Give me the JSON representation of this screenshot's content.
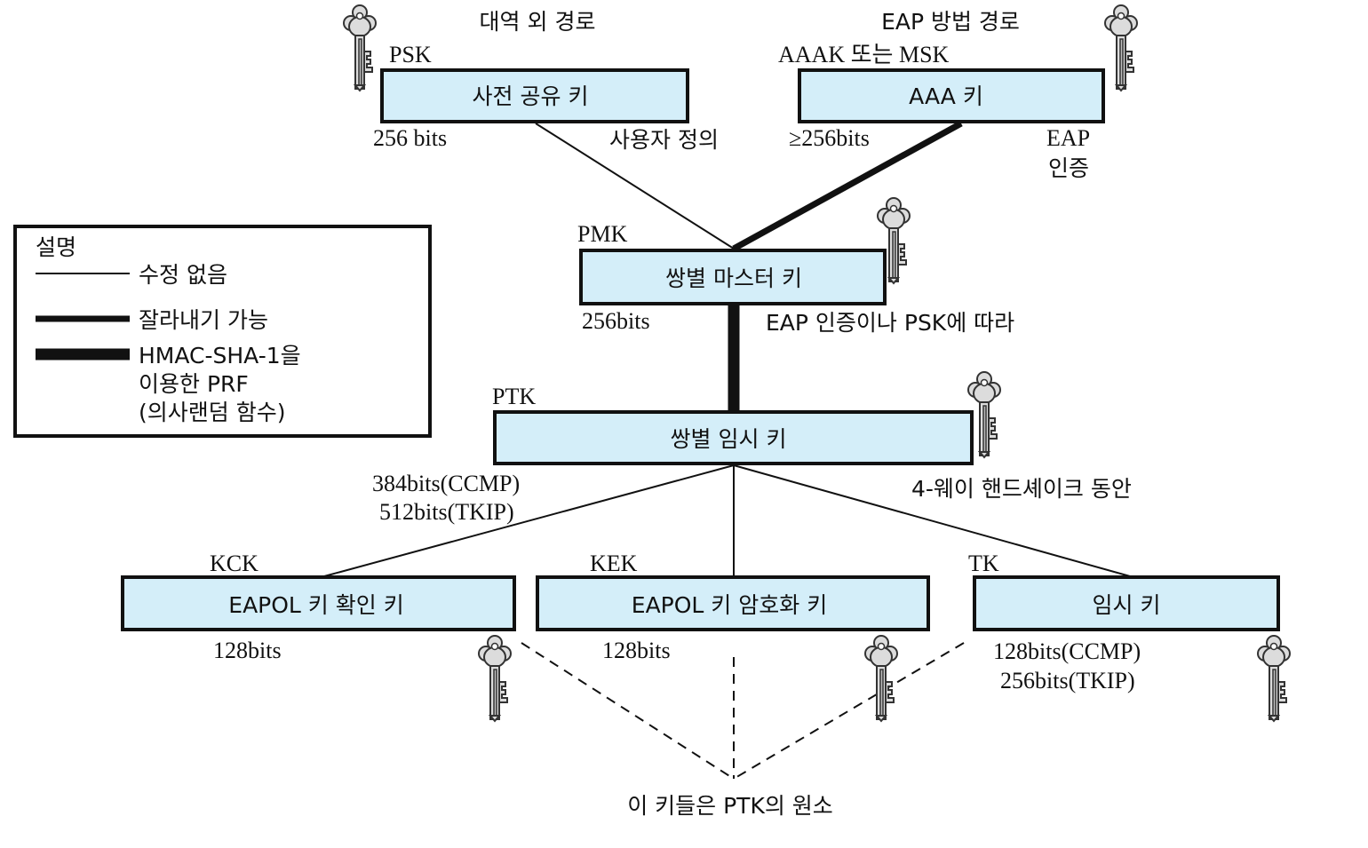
{
  "colors": {
    "box_fill": "#d4eef9",
    "stroke": "#111111"
  },
  "headers": {
    "out_of_band": "대역 외 경로",
    "eap_path": "EAP 방법 경로"
  },
  "psk": {
    "tag": "PSK",
    "label": "사전 공유 키",
    "size": "256 bits",
    "note": "사용자 정의"
  },
  "aaa": {
    "tag": "AAAK 또는 MSK",
    "label": "AAA 키",
    "size": "≥256bits",
    "note_line1": "EAP",
    "note_line2": "인증"
  },
  "pmk": {
    "tag": "PMK",
    "label": "쌍별 마스터 키",
    "size": "256bits",
    "note": "EAP 인증이나 PSK에 따라"
  },
  "ptk": {
    "tag": "PTK",
    "label": "쌍별 임시 키",
    "size_line1": "384bits(CCMP)",
    "size_line2": "512bits(TKIP)",
    "note": "4-웨이 핸드셰이크 동안"
  },
  "kck": {
    "tag": "KCK",
    "label": "EAPOL 키 확인 키",
    "size": "128bits"
  },
  "kek": {
    "tag": "KEK",
    "label": "EAPOL 키 암호화 키",
    "size": "128bits"
  },
  "tk": {
    "tag": "TK",
    "label": "임시 키",
    "size_line1": "128bits(CCMP)",
    "size_line2": "256bits(TKIP)"
  },
  "footer": {
    "note": "이 키들은 PTK의 원소"
  },
  "legend": {
    "title": "설명",
    "items": [
      {
        "style": "thin",
        "line1": "수정 없음"
      },
      {
        "style": "medium",
        "line1": "잘라내기 가능"
      },
      {
        "style": "thick",
        "line1": "HMAC-SHA-1을",
        "line2": "이용한 PRF",
        "line3": "(의사랜덤 함수)"
      }
    ]
  },
  "icons": [
    "key-icon"
  ]
}
